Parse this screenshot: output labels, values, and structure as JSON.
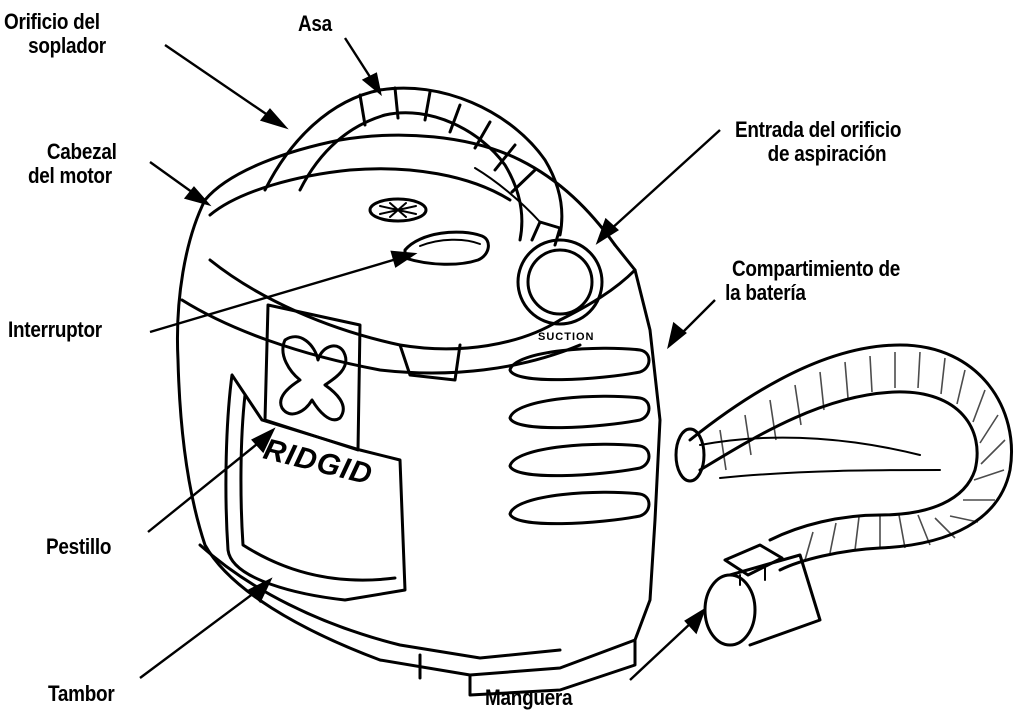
{
  "labels": {
    "blower_port": [
      "Orificio del",
      "soplador"
    ],
    "handle": "Asa",
    "motor_head": [
      "Cabezal",
      "del motor"
    ],
    "suction_inlet": [
      "Entrada del orificio",
      "de aspiración"
    ],
    "battery_compartment": [
      "Compartimiento de",
      "la batería"
    ],
    "switch": "Interruptor",
    "latch": "Pestillo",
    "drum": "Tambor",
    "hose": "Manguera"
  },
  "device": {
    "brand": "RIDGID",
    "suction_marking": "SUCTION"
  }
}
